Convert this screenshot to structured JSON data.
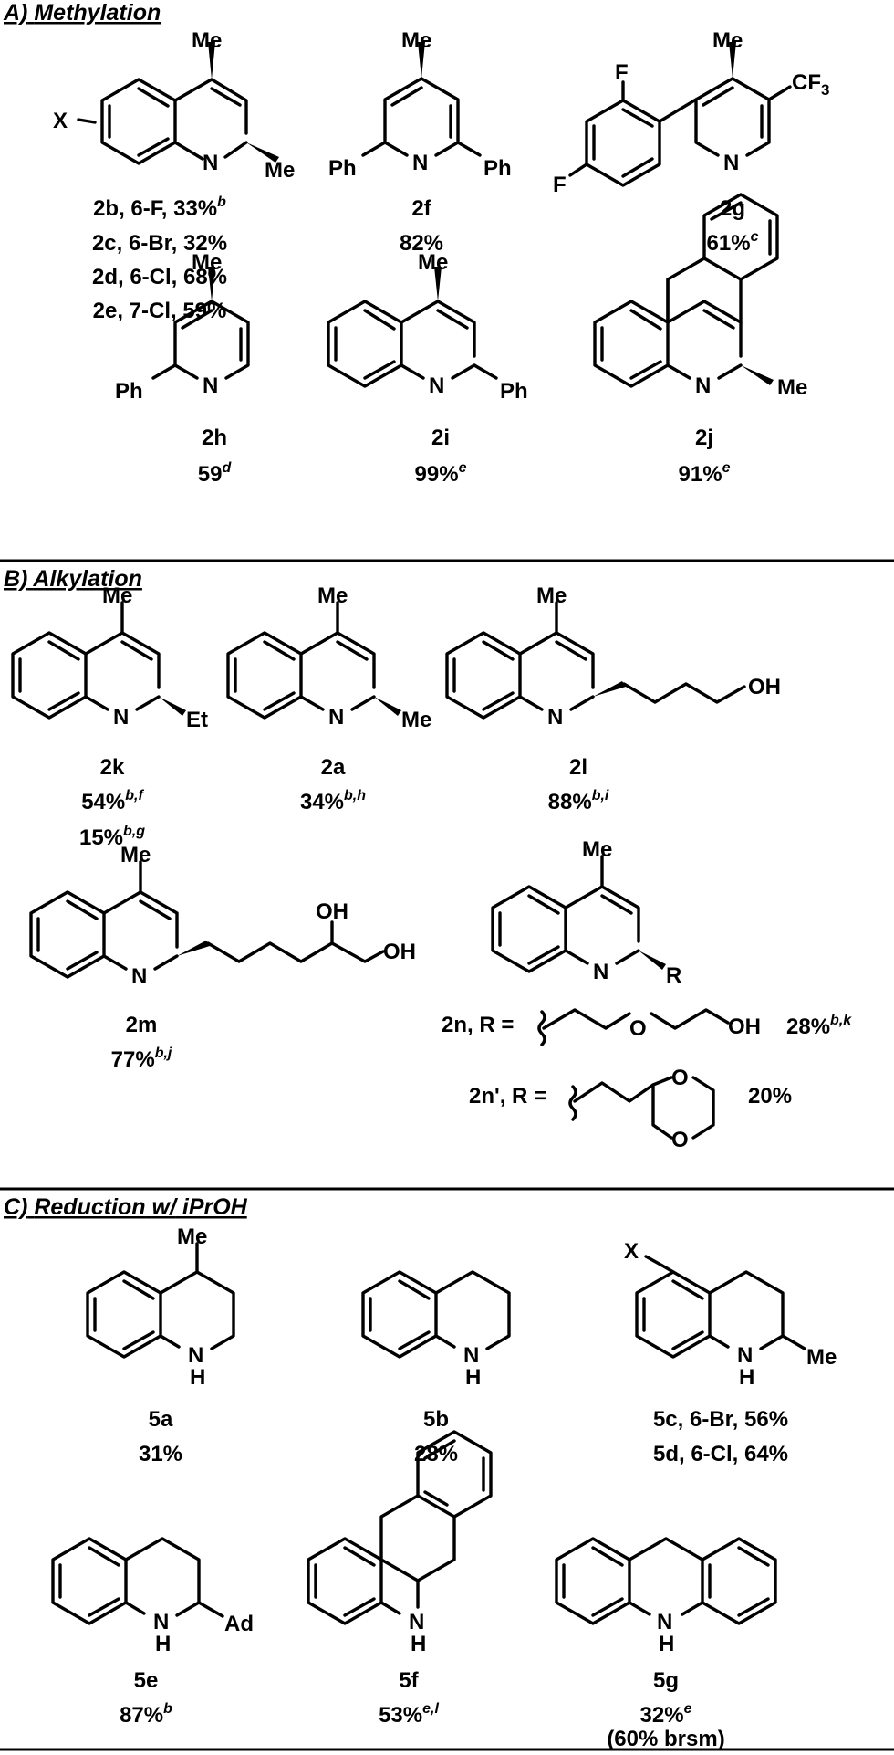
{
  "sections": [
    {
      "prefix": "A)",
      "title": "Methylation"
    },
    {
      "prefix": "B)",
      "title": "Alkylation"
    },
    {
      "prefix": "C)",
      "title": "Reduction",
      "mid": "w/",
      "reagent": "iPrOH"
    }
  ],
  "atoms": {
    "me": "Me",
    "n": "N",
    "nh_n": "N",
    "nh_h": "H",
    "ph": "Ph",
    "x": "X",
    "f": "F",
    "cf3": "CF",
    "cf3_sub": "3",
    "et": "Et",
    "oh": "OH",
    "o": "O",
    "ad": "Ad",
    "r": "R"
  },
  "compounds": {
    "2b": {
      "line": "2b, 6-F, 33%",
      "sup": "b"
    },
    "2c": {
      "line": "2c, 6-Br, 32%"
    },
    "2d": {
      "line": "2d, 6-Cl, 68%"
    },
    "2e": {
      "line": "2e, 7-Cl, 59%"
    },
    "2f": {
      "id": "2f",
      "yield": "82%"
    },
    "2g": {
      "id": "2g",
      "yield": "61%",
      "sup": "c"
    },
    "2h": {
      "id": "2h",
      "yield": "59",
      "sup": "d"
    },
    "2i": {
      "id": "2i",
      "yield": "99%",
      "sup": "e"
    },
    "2j": {
      "id": "2j",
      "yield": "91%",
      "sup": "e"
    },
    "2k": {
      "id": "2k",
      "yield1": "54%",
      "sup1": "b,f",
      "yield2": "15%",
      "sup2": "b,g"
    },
    "2a": {
      "id": "2a",
      "yield": "34%",
      "sup": "b,h"
    },
    "2l": {
      "id": "2l",
      "yield": "88%",
      "sup": "b,i"
    },
    "2m": {
      "id": "2m",
      "yield": "77%",
      "sup": "b,j"
    },
    "2n": {
      "prefix": "2n, R =",
      "yield": "28%",
      "sup": "b,k"
    },
    "2n_prime": {
      "prefix": "2n', R =",
      "yield": "20%"
    },
    "5a": {
      "id": "5a",
      "yield": "31%"
    },
    "5b": {
      "id": "5b",
      "yield": "28%"
    },
    "5c": {
      "line": "5c, 6-Br, 56%"
    },
    "5d": {
      "line": "5d, 6-Cl, 64%"
    },
    "5e": {
      "id": "5e",
      "yield": "87%",
      "sup": "b"
    },
    "5f": {
      "id": "5f",
      "yield": "53%",
      "sup": "e,l"
    },
    "5g": {
      "id": "5g",
      "yield": "32%",
      "sup": "e",
      "note": "(60% brsm)"
    }
  }
}
